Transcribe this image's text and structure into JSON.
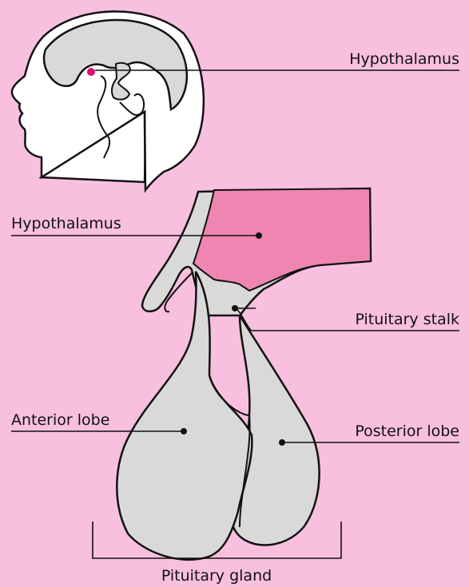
{
  "colors": {
    "background": "#F9BFDE",
    "tissue": "#D9D9D9",
    "hypothalamus_fill": "#EE86B1",
    "hypothalamus_dot": "#E0106E",
    "outline": "#111111",
    "head_fill": "#FFFFFF"
  },
  "labels": {
    "hypothalamus_head": "Hypothalamus",
    "hypothalamus": "Hypothalamus",
    "pituitary_stalk": "Pituitary stalk",
    "anterior_lobe": "Anterior lobe",
    "posterior_lobe": "Posterior lobe",
    "pituitary_gland": "Pituitary gland"
  }
}
